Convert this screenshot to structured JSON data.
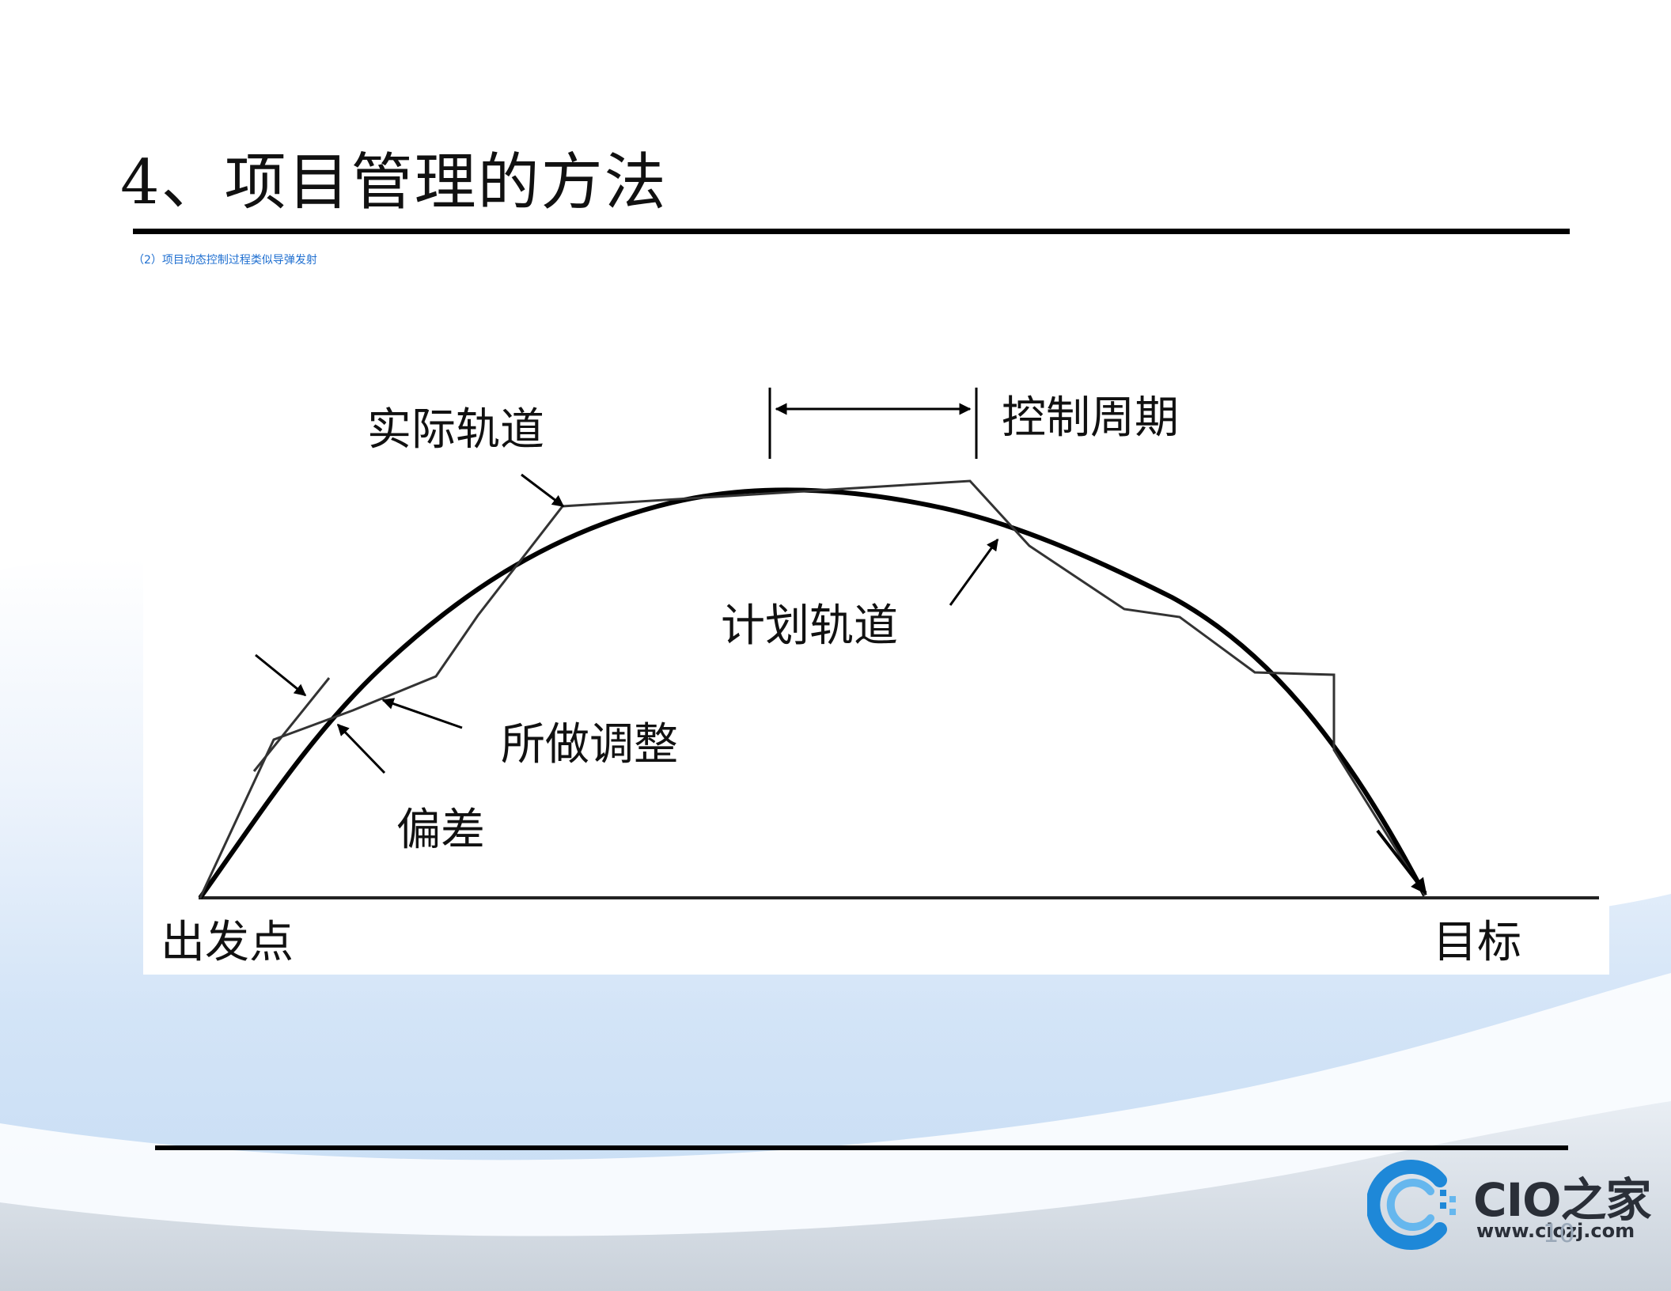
{
  "slide": {
    "title": "4、项目管理的方法",
    "subtitle": "（2）项目动态控制过程类似导弹发射",
    "page_number": "10"
  },
  "diagram": {
    "labels": {
      "actual_track": "实际轨道",
      "control_cycle": "控制周期",
      "planned_track": "计划轨道",
      "adjustment": "所做调整",
      "deviation": "偏差",
      "start_point": "出发点",
      "target": "目标"
    }
  },
  "logo": {
    "name": "CIO之家",
    "url": "www.ciozj.com"
  },
  "colors": {
    "subtitle": "#1f6fd0",
    "logo_blue": "#1e88d8",
    "background_wave": "#cfe2f6"
  }
}
